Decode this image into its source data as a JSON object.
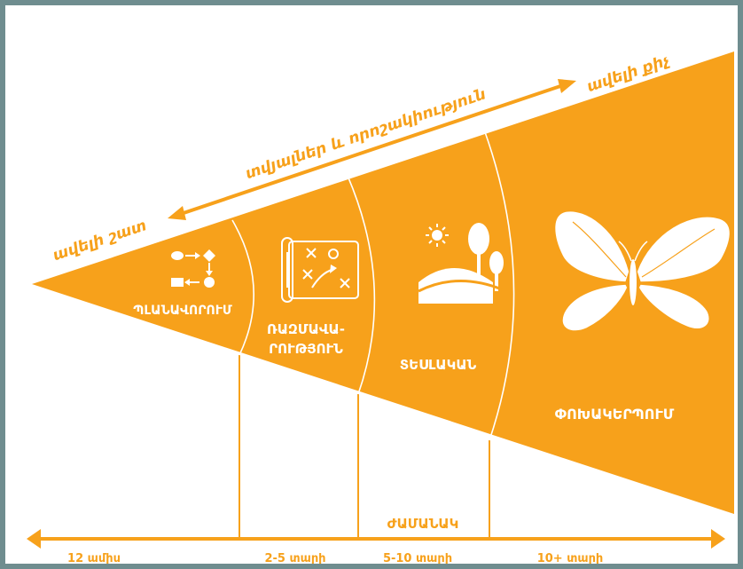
{
  "colors": {
    "accent": "#f7a11b",
    "line": "#ffffff",
    "frame": "#6f8d8f"
  },
  "top_arrow": {
    "label": "տվյալներ և որոշակիություն",
    "end_high": "ավելի քիչ",
    "end_low": "ավելի շատ"
  },
  "stages": [
    {
      "id": "planning",
      "label": "ՊԼԱՆԱՎՈՐՈՒՄ",
      "icon": "flowchart-icon"
    },
    {
      "id": "strategy",
      "label_line1": "ՌԱԶՄԱՎԱ-",
      "label_line2": "ՐՈՒԹՅՈՒՆ",
      "icon": "strategy-map-icon"
    },
    {
      "id": "vision",
      "label": "ՏԵՍԼԱԿԱՆ",
      "icon": "landscape-icon"
    },
    {
      "id": "transformation",
      "label": "ՓՈԽԱԿԵՐՊՈՒՄ",
      "icon": "butterfly-icon"
    }
  ],
  "timeline": {
    "title": "ԺԱՄԱՆԱԿ",
    "ticks": [
      "12 ամիս",
      "2-5 տարի",
      "5-10 տարի",
      "10+ տարի"
    ]
  }
}
